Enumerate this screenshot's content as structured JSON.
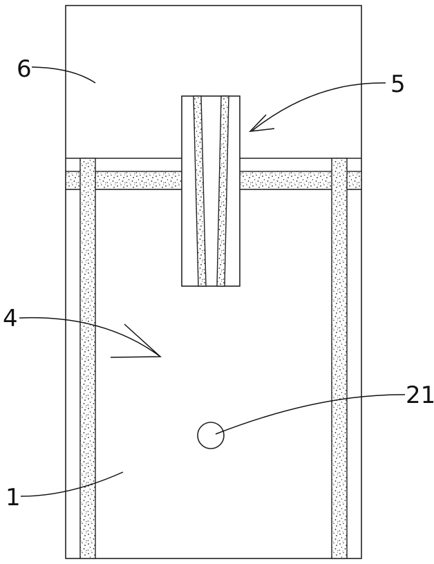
{
  "labels": {
    "housing_upper": "6",
    "insert_assembly": "5",
    "cavity": "4",
    "body": "1",
    "port": "21"
  }
}
